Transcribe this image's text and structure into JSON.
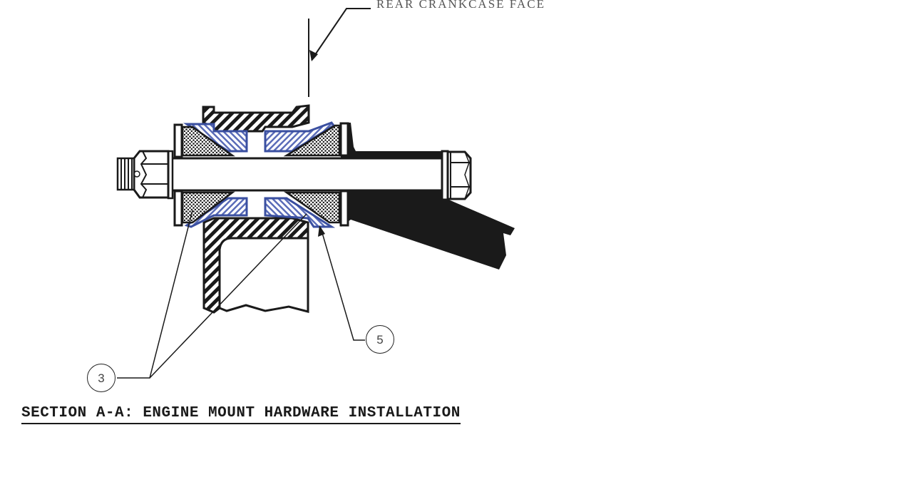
{
  "diagram": {
    "title": "SECTION A-A: ENGINE MOUNT HARDWARE INSTALLATION",
    "callouts": [
      {
        "id": "rear-crankcase-face",
        "text": "REAR CRANKCASE FACE"
      }
    ],
    "reference_balloons": [
      {
        "number": "3",
        "points_to": "rubber mount cushions (dotted fill), 2 leaders"
      },
      {
        "number": "5",
        "points_to": "blue-hatched spacer/bushing"
      }
    ],
    "components": [
      {
        "name": "bolt",
        "description": "long through-bolt (white shaft)"
      },
      {
        "name": "castellated-nut",
        "description": "left end nut with threaded tip"
      },
      {
        "name": "hex-bolt-head",
        "description": "right end bolt head with washer"
      },
      {
        "name": "rubber-cushion",
        "description": "dotted-fill mount cushions, four quadrants"
      },
      {
        "name": "spacer",
        "description": "blue-outlined hatched spacers"
      },
      {
        "name": "engine-mount-lug",
        "description": "hatched crankcase boss (top) and mount ring (bottom)"
      },
      {
        "name": "mount-arm",
        "description": "solid black engine mount tube/arm to right"
      }
    ],
    "colors": {
      "line": "#1a1a1a",
      "accent_blue": "#3a4fa0",
      "hatch_blue": "#5a6cb8",
      "background": "#ffffff"
    }
  }
}
